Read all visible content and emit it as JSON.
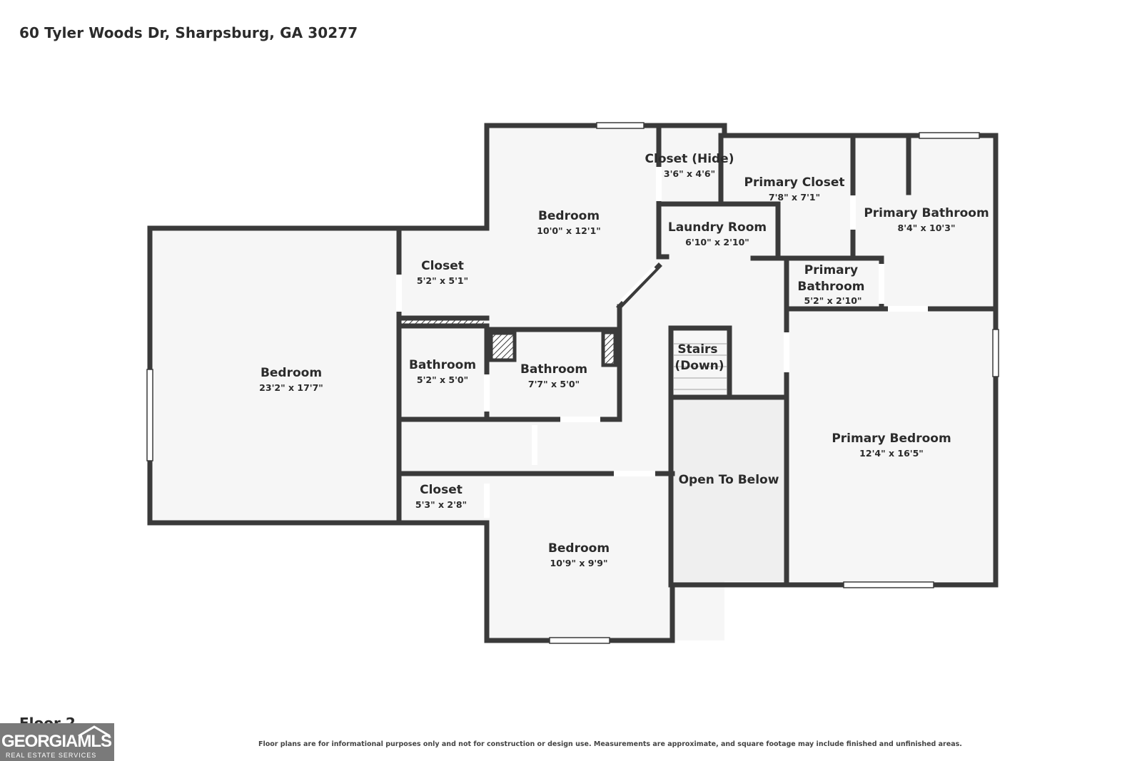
{
  "address": "60 Tyler Woods Dr, Sharpsburg, GA 30277",
  "floor_label": "Floor 2",
  "disclaimer": "Floor plans are for informational purposes only and not for construction or design use. Measurements are approximate, and square footage may include finished and unfinished areas.",
  "logo": {
    "main": "GEORGIAMLS",
    "sub": "REAL ESTATE SERVICES"
  },
  "colors": {
    "wall": "#3a3a3a",
    "floor": "#f6f6f6",
    "open_below": "#efefef",
    "window": "#ffffff"
  },
  "rooms": [
    {
      "id": "bedroom-west",
      "name": "Bedroom",
      "dim": "23'2\" x 17'7\""
    },
    {
      "id": "closet-west",
      "name": "Closet",
      "dim": "5'2\" x 5'1\""
    },
    {
      "id": "bedroom-north",
      "name": "Bedroom",
      "dim": "10'0\" x 12'1\""
    },
    {
      "id": "closet-hide",
      "name": "Closet (Hide)",
      "dim": "3'6\" x 4'6\""
    },
    {
      "id": "primary-closet",
      "name": "Primary Closet",
      "dim": "7'8\" x 7'1\""
    },
    {
      "id": "primary-bathroom",
      "name": "Primary Bathroom",
      "dim": "8'4\" x 10'3\""
    },
    {
      "id": "laundry-room",
      "name": "Laundry Room",
      "dim": "6'10\" x 2'10\""
    },
    {
      "id": "primary-bathroom-small",
      "name": "Primary Bathroom",
      "dim": "5'2\" x 2'10\""
    },
    {
      "id": "bathroom-a",
      "name": "Bathroom",
      "dim": "5'2\" x 5'0\""
    },
    {
      "id": "bathroom-b",
      "name": "Bathroom",
      "dim": "7'7\" x 5'0\""
    },
    {
      "id": "stairs",
      "name": "Stairs (Down)",
      "dim": ""
    },
    {
      "id": "primary-bedroom",
      "name": "Primary Bedroom",
      "dim": "12'4\" x 16'5\""
    },
    {
      "id": "open-to-below",
      "name": "Open To Below",
      "dim": ""
    },
    {
      "id": "closet-south",
      "name": "Closet",
      "dim": "5'3\" x 2'8\""
    },
    {
      "id": "bedroom-south",
      "name": "Bedroom",
      "dim": "10'9\" x 9'9\""
    }
  ]
}
